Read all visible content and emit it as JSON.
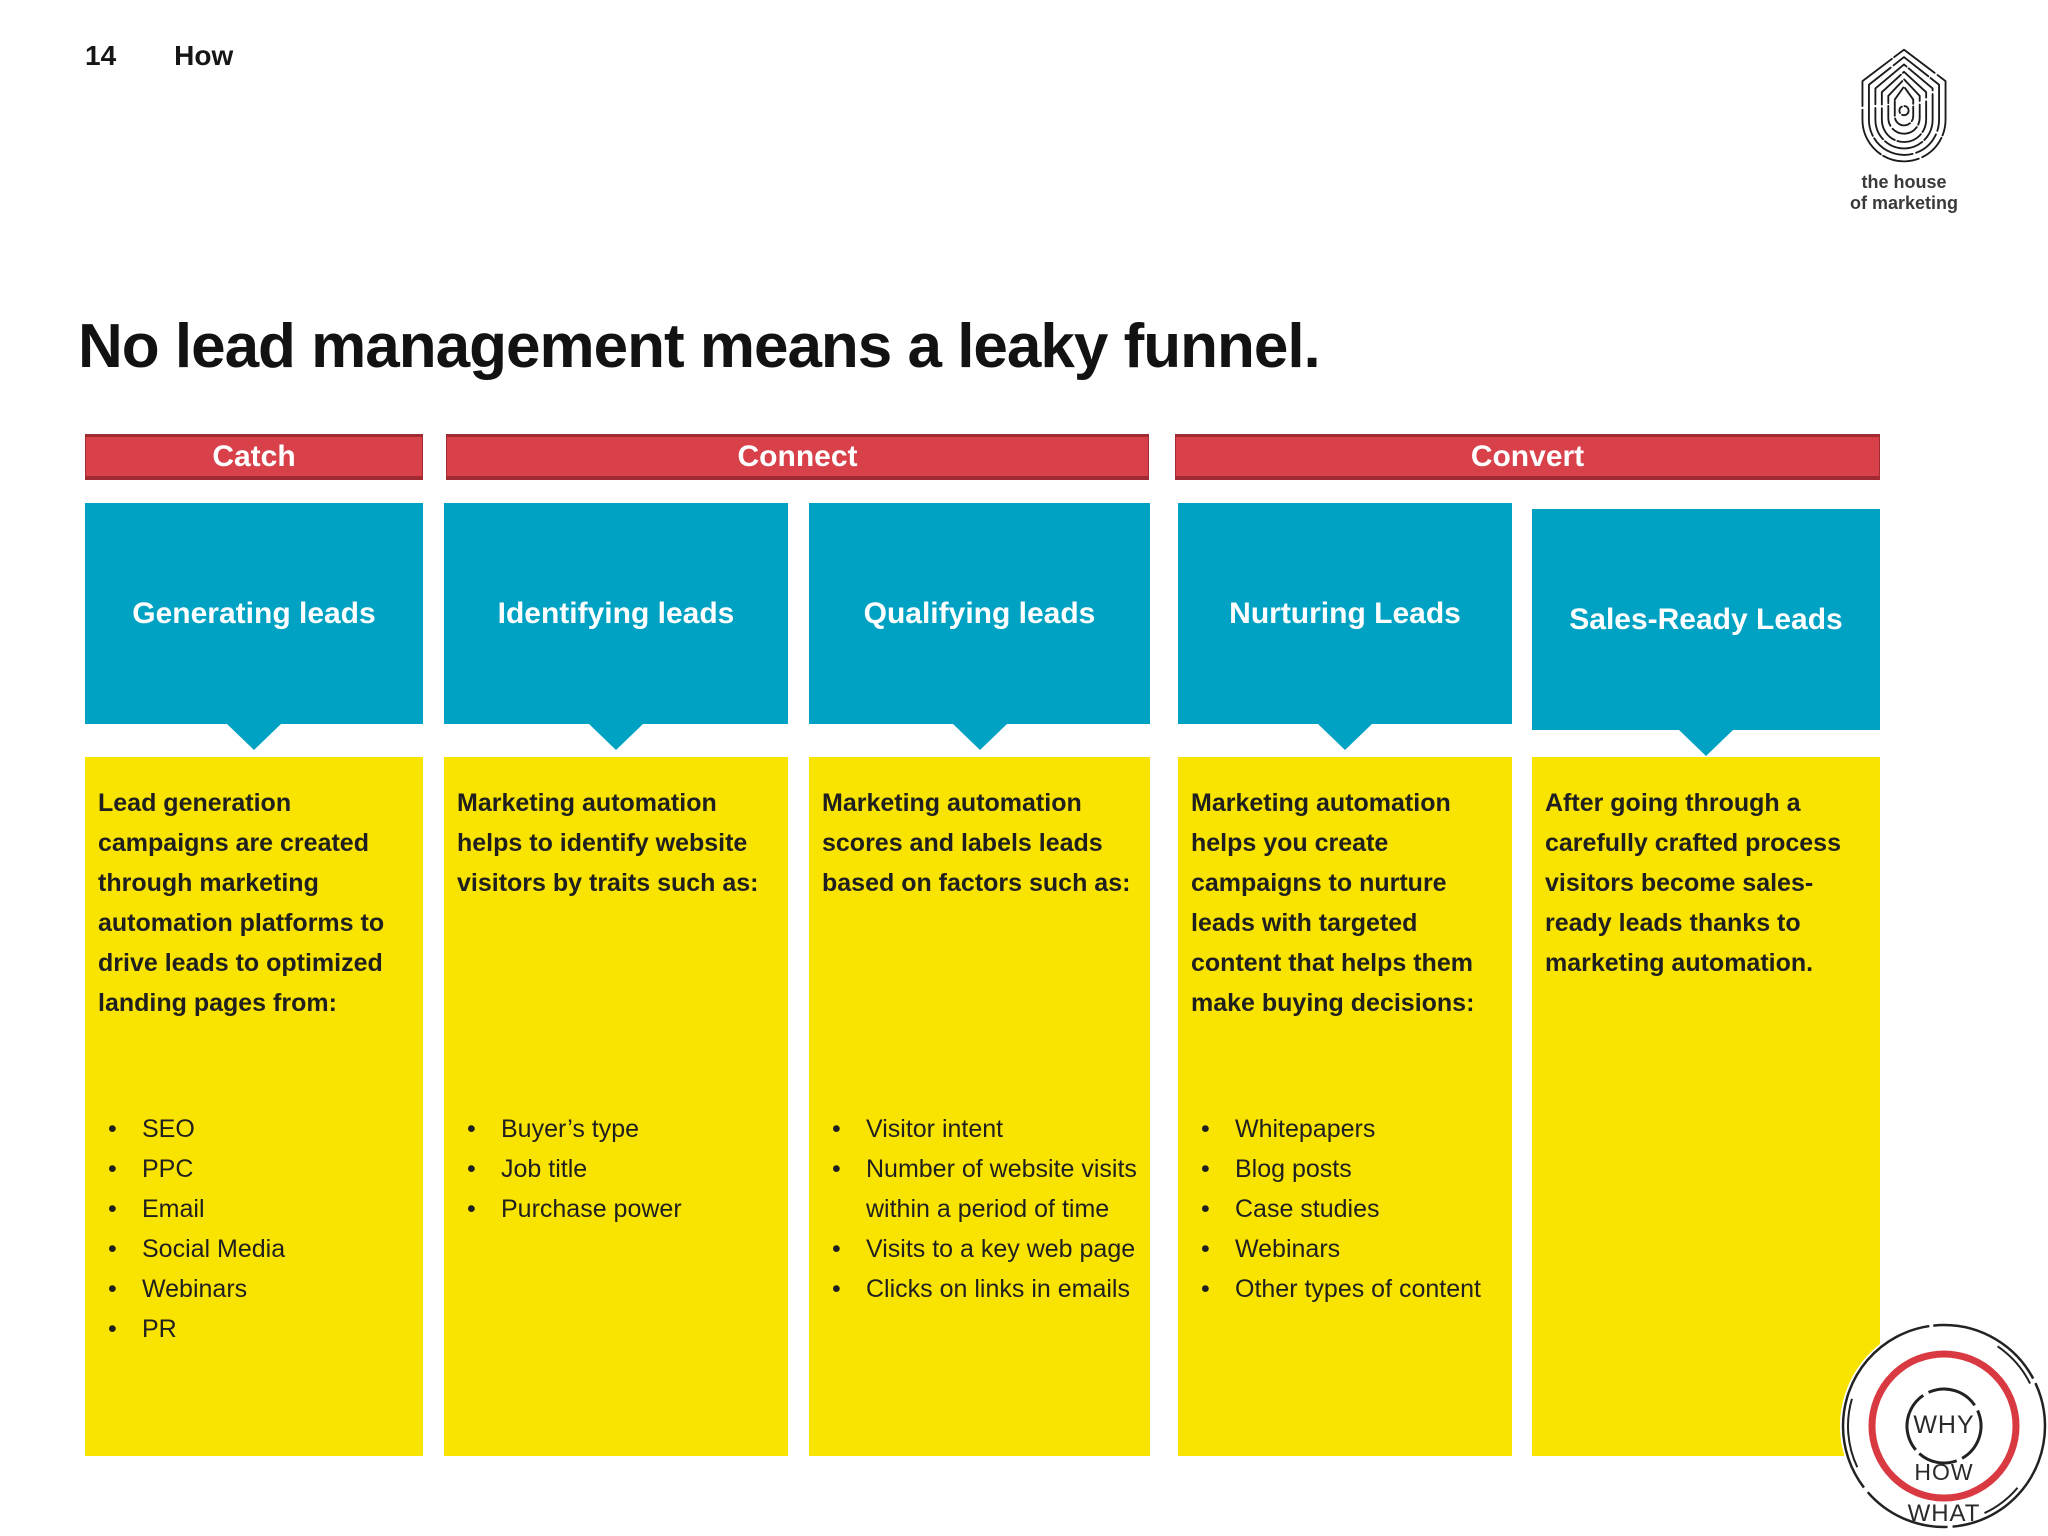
{
  "page_number": "14",
  "section_label": "How",
  "logo": {
    "name_line1": "the house",
    "name_line2": "of marketing"
  },
  "title": "No lead management means a leaky funnel.",
  "stage_bars": [
    {
      "label": "Catch"
    },
    {
      "label": "Connect"
    },
    {
      "label": "Convert"
    }
  ],
  "columns": [
    {
      "header": "Generating leads",
      "description": "Lead generation campaigns are created through marketing automation platforms to drive leads to optimized landing pages from:",
      "bullets": [
        "SEO",
        "PPC",
        "Email",
        "Social Media",
        "Webinars",
        "PR"
      ]
    },
    {
      "header": "Identifying leads",
      "description": "Marketing automation helps to identify website visitors by traits such as:",
      "bullets": [
        "Buyer’s type",
        "Job title",
        "Purchase power"
      ]
    },
    {
      "header": "Qualifying leads",
      "description": "Marketing automation scores and labels leads based on factors such as:",
      "bullets": [
        "Visitor intent",
        "Number of website visits within a period of time",
        "Visits to a key web page",
        "Clicks on links in emails"
      ]
    },
    {
      "header": "Nurturing Leads",
      "description": "Marketing automation helps you create campaigns to nurture leads with targeted content that helps them make buying decisions:",
      "bullets": [
        "Whitepapers",
        "Blog posts",
        "Case studies",
        "Webinars",
        "Other types of content"
      ]
    },
    {
      "header": "Sales-Ready Leads",
      "description": "After going through a carefully crafted process visitors become sales-ready leads thanks to marketing automation.",
      "bullets": []
    }
  ],
  "golden_circle_badge": {
    "inner_label": "WHY",
    "middle_label": "HOW",
    "outer_label": "WHAT"
  },
  "colors": {
    "stage_bar_red": "#d8404a",
    "stage_bar_red_dark": "#a12b33",
    "stage_teal": "#00a2c4",
    "detail_yellow": "#f9e300",
    "badge_red": "#d93a41",
    "text_dark": "#1c1c1c"
  }
}
